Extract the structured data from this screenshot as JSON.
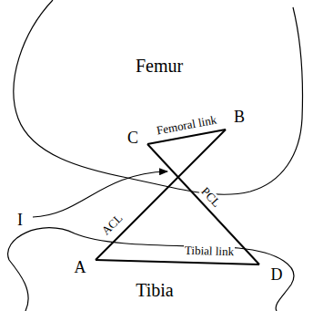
{
  "diagram": {
    "labels": [
      "Femur",
      "Tibia",
      "C",
      "B",
      "I",
      "A",
      "D",
      "Femoral link",
      "PCL",
      "ACL",
      "Tibial link"
    ]
  }
}
